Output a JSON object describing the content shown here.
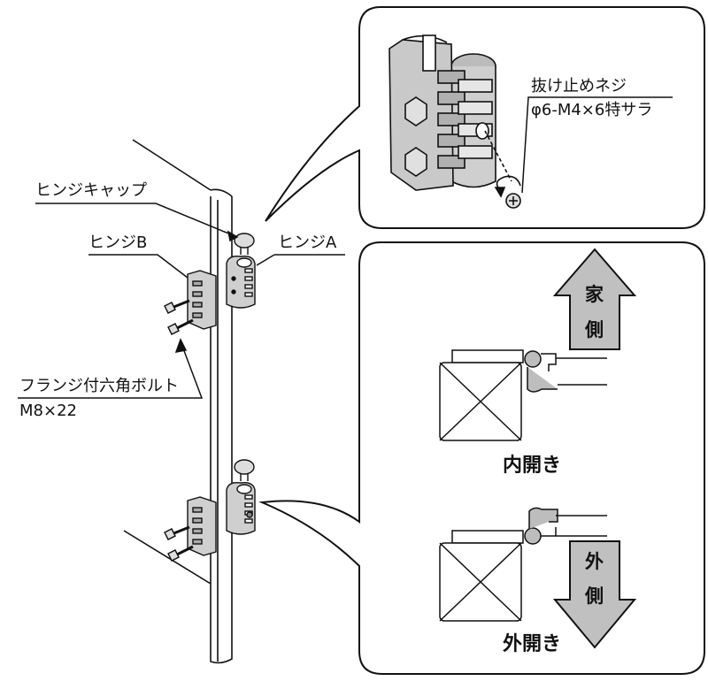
{
  "labels": {
    "hinge_cap": "ヒンジキャップ",
    "hinge_b": "ヒンジB",
    "hinge_a": "ヒンジA",
    "flange_bolt_line1": "フランジ付六角ボルト",
    "flange_bolt_line2": "M8×22",
    "stop_screw_line1": "抜け止めネジ",
    "stop_screw_line2": "φ6-M4×6特サラ"
  },
  "detail_panel": {
    "inward_label": "内開き",
    "outward_label": "外開き",
    "arrow_up_chars": [
      "家",
      "側"
    ],
    "arrow_down_chars": [
      "外",
      "側"
    ]
  },
  "colors": {
    "arrow_fill": "#c0c0c0",
    "hinge_fill": "#bdbdbd",
    "line": "#111111"
  },
  "icons": [
    "screw-icon",
    "bolt-icon",
    "hinge-icon",
    "rotation-arrow-icon",
    "up-arrow-icon",
    "down-arrow-icon"
  ]
}
